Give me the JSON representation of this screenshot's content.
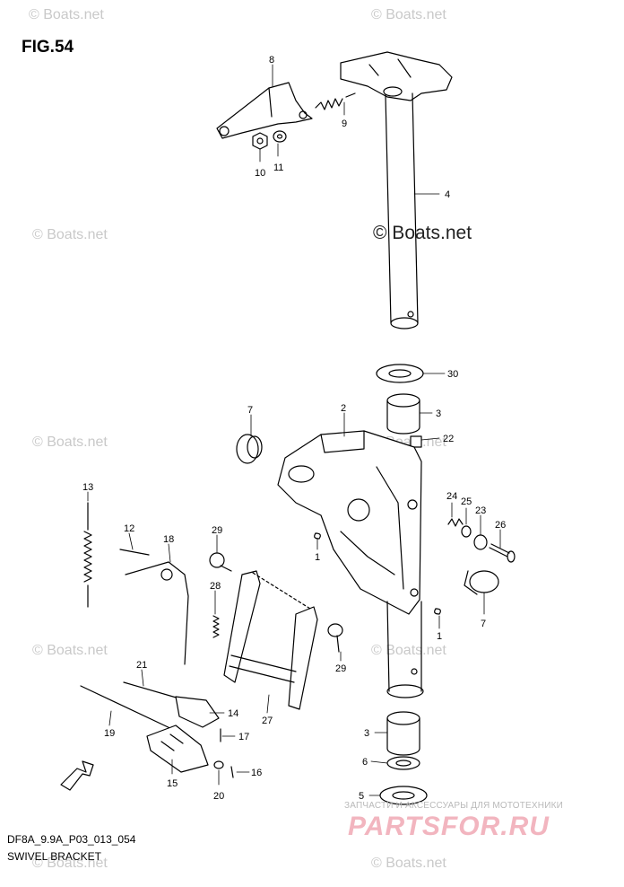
{
  "figure": {
    "title": "FIG.54",
    "code": "DF8A_9.9A_P03_013_054",
    "name": "SWIVEL BRACKET"
  },
  "watermark": {
    "small_text": "© Boats.net",
    "center_text": "© Boats.net"
  },
  "branding": {
    "tagline": "ЗАПЧАСТИ И АКСЕССУАРЫ ДЛЯ МОТОТЕХНИКИ",
    "logo": "PARTSFOR.RU"
  },
  "callouts": [
    "8",
    "9",
    "10",
    "11",
    "4",
    "30",
    "3",
    "22",
    "2",
    "7",
    "13",
    "12",
    "18",
    "29",
    "28",
    "1",
    "24",
    "25",
    "23",
    "26",
    "7",
    "1",
    "29",
    "21",
    "14",
    "19",
    "27",
    "17",
    "3",
    "6",
    "15",
    "20",
    "16",
    "5"
  ],
  "colors": {
    "line": "#000000",
    "watermark": "#c9c9c9",
    "brand": "#f2b5bf"
  }
}
